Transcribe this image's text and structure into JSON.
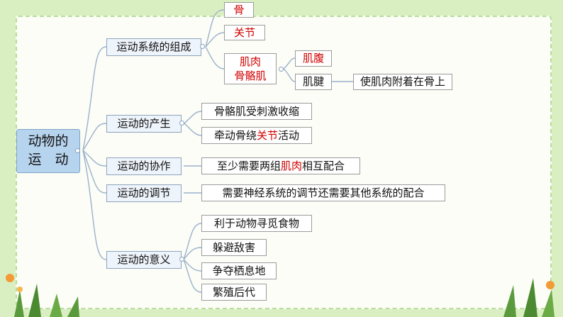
{
  "root": {
    "line1": "动物的",
    "line2": "运　动"
  },
  "branches": [
    {
      "label": "运动系统的组成"
    },
    {
      "label": "运动的产生"
    },
    {
      "label": "运动的协作"
    },
    {
      "label": "运动的调节"
    },
    {
      "label": "运动的意义"
    }
  ],
  "composition": {
    "bone": "骨",
    "joint": "关节",
    "muscle_line1": "肌肉",
    "muscle_line2": "骨骼肌",
    "belly": "肌腹",
    "tendon": "肌腱",
    "tendon_note": "使肌肉附着在骨上"
  },
  "production": {
    "item1": "骨骼肌受刺激收缩",
    "item2_pre": "牵动骨绕",
    "item2_red": "关节",
    "item2_post": "活动"
  },
  "coordination": {
    "pre": "至少需要两组",
    "red": "肌肉",
    "post": "相互配合"
  },
  "regulation": {
    "text": "需要神经系统的调节还需要其他系统的配合"
  },
  "significance": {
    "items": [
      "利于动物寻觅食物",
      "躲避敌害",
      "争夺栖息地",
      "繁殖后代"
    ]
  },
  "colors": {
    "highlight": "#d00000",
    "line": "#9db1cb",
    "background": "#d9efc2"
  }
}
